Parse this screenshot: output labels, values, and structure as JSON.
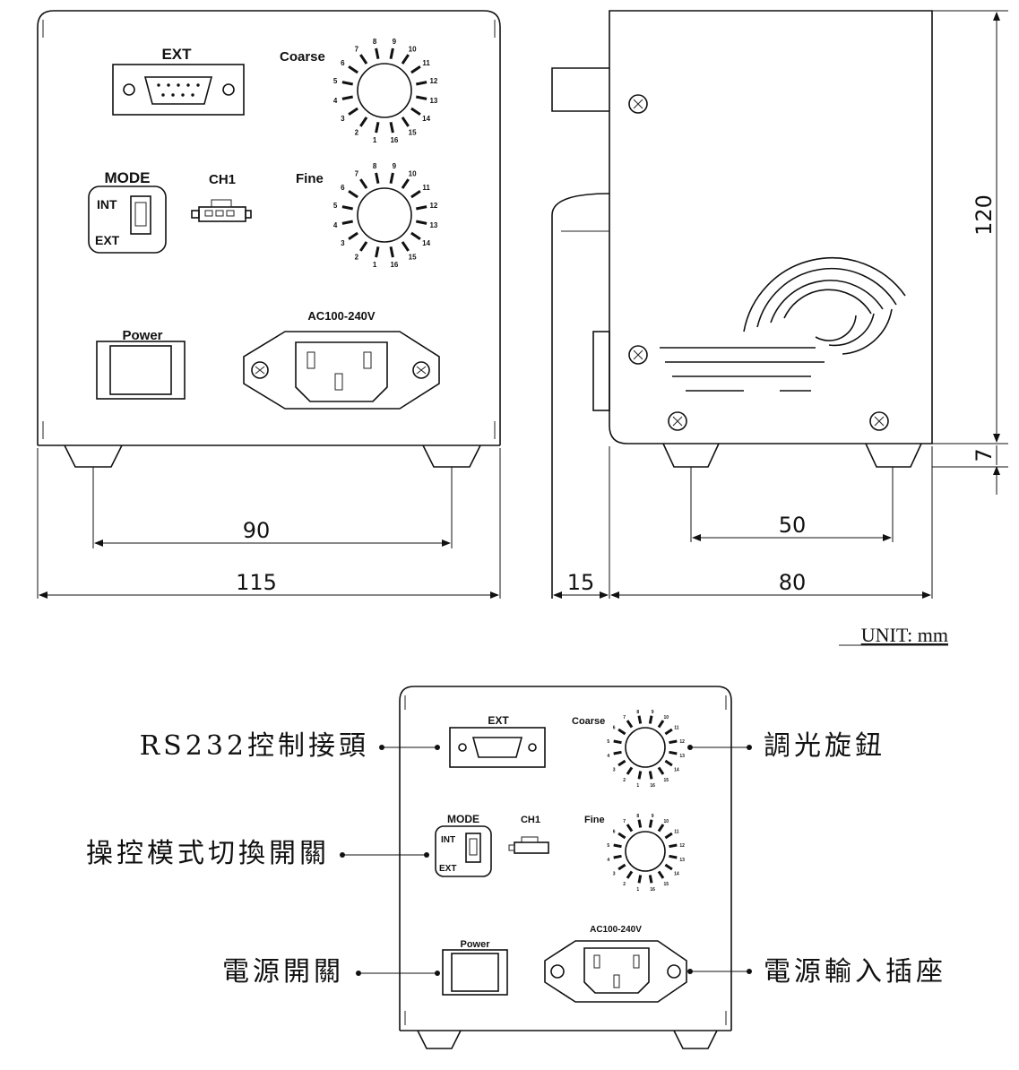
{
  "front_view": {
    "ext_label": "EXT",
    "coarse_label": "Coarse",
    "fine_label": "Fine",
    "mode_label": "MODE",
    "int_label": "INT",
    "ext_mode_label": "EXT",
    "ch1_label": "CH1",
    "power_label": "Power",
    "ac_label": "AC100-240V",
    "dial_ticks": [
      "1",
      "2",
      "3",
      "4",
      "5",
      "6",
      "7",
      "8",
      "9",
      "10",
      "11",
      "12",
      "13",
      "14",
      "15",
      "16"
    ]
  },
  "dimensions": {
    "front_foot_spacing": "90",
    "front_width": "115",
    "side_protrusion": "15",
    "side_depth": "80",
    "side_foot_spacing": "50",
    "height": "120",
    "foot_height": "7"
  },
  "unit_note": "UNIT: mm",
  "callouts": {
    "rs232": "RS232控制接頭",
    "mode_switch": "操控模式切換開關",
    "power_switch": "電源開關",
    "dimmer": "調光旋鈕",
    "power_inlet": "電源輸入插座"
  }
}
